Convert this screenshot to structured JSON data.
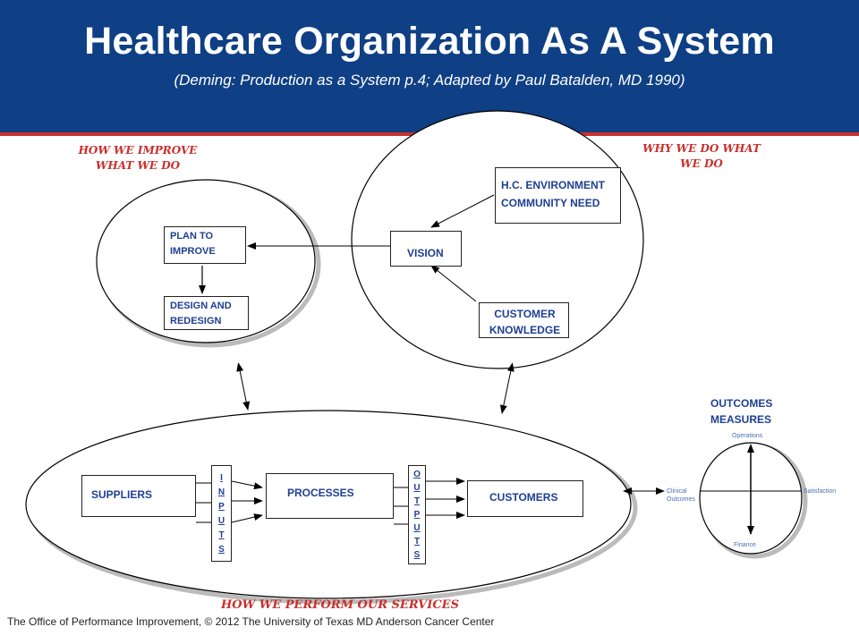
{
  "header": {
    "title": "Healthcare Organization As A System",
    "subtitle": "(Deming: Production as a System p.4; Adapted by Paul Batalden, MD 1990)"
  },
  "captions": {
    "improve": "HOW WE IMPROVE\nWHAT WE DO",
    "why": "WHY WE DO WHAT\nWE DO",
    "perform": "HOW WE PERFORM OUR SERVICES"
  },
  "improve_circle": {
    "plan": "PLAN TO\nIMPROVE",
    "design": "DESIGN AND\nREDESIGN"
  },
  "why_circle": {
    "environment": "H.C. ENVIRONMENT\nCOMMUNITY NEED",
    "vision": "VISION",
    "customer_knowledge": "CUSTOMER\nKNOWLEDGE"
  },
  "perform_ellipse": {
    "suppliers": "SUPPLIERS",
    "inputs": "I\nN\nP\nU\nT\nS",
    "processes": "PROCESSES",
    "outputs": "O\nU\nT\nP\nU\nT\nS",
    "customers": "CUSTOMERS"
  },
  "outcomes": {
    "title": "OUTCOMES\nMEASURES",
    "top": "Operations",
    "left": "Clinical\nOutcomes",
    "right": "Satisfaction",
    "bottom": "Finance"
  },
  "footer": "The Office of Performance Improvement, © 2012 The University of Texas MD Anderson Cancer Center",
  "colors": {
    "header_bg": "#0f3f84",
    "accent_red": "#c8302c",
    "label_blue": "#1f3f93"
  }
}
